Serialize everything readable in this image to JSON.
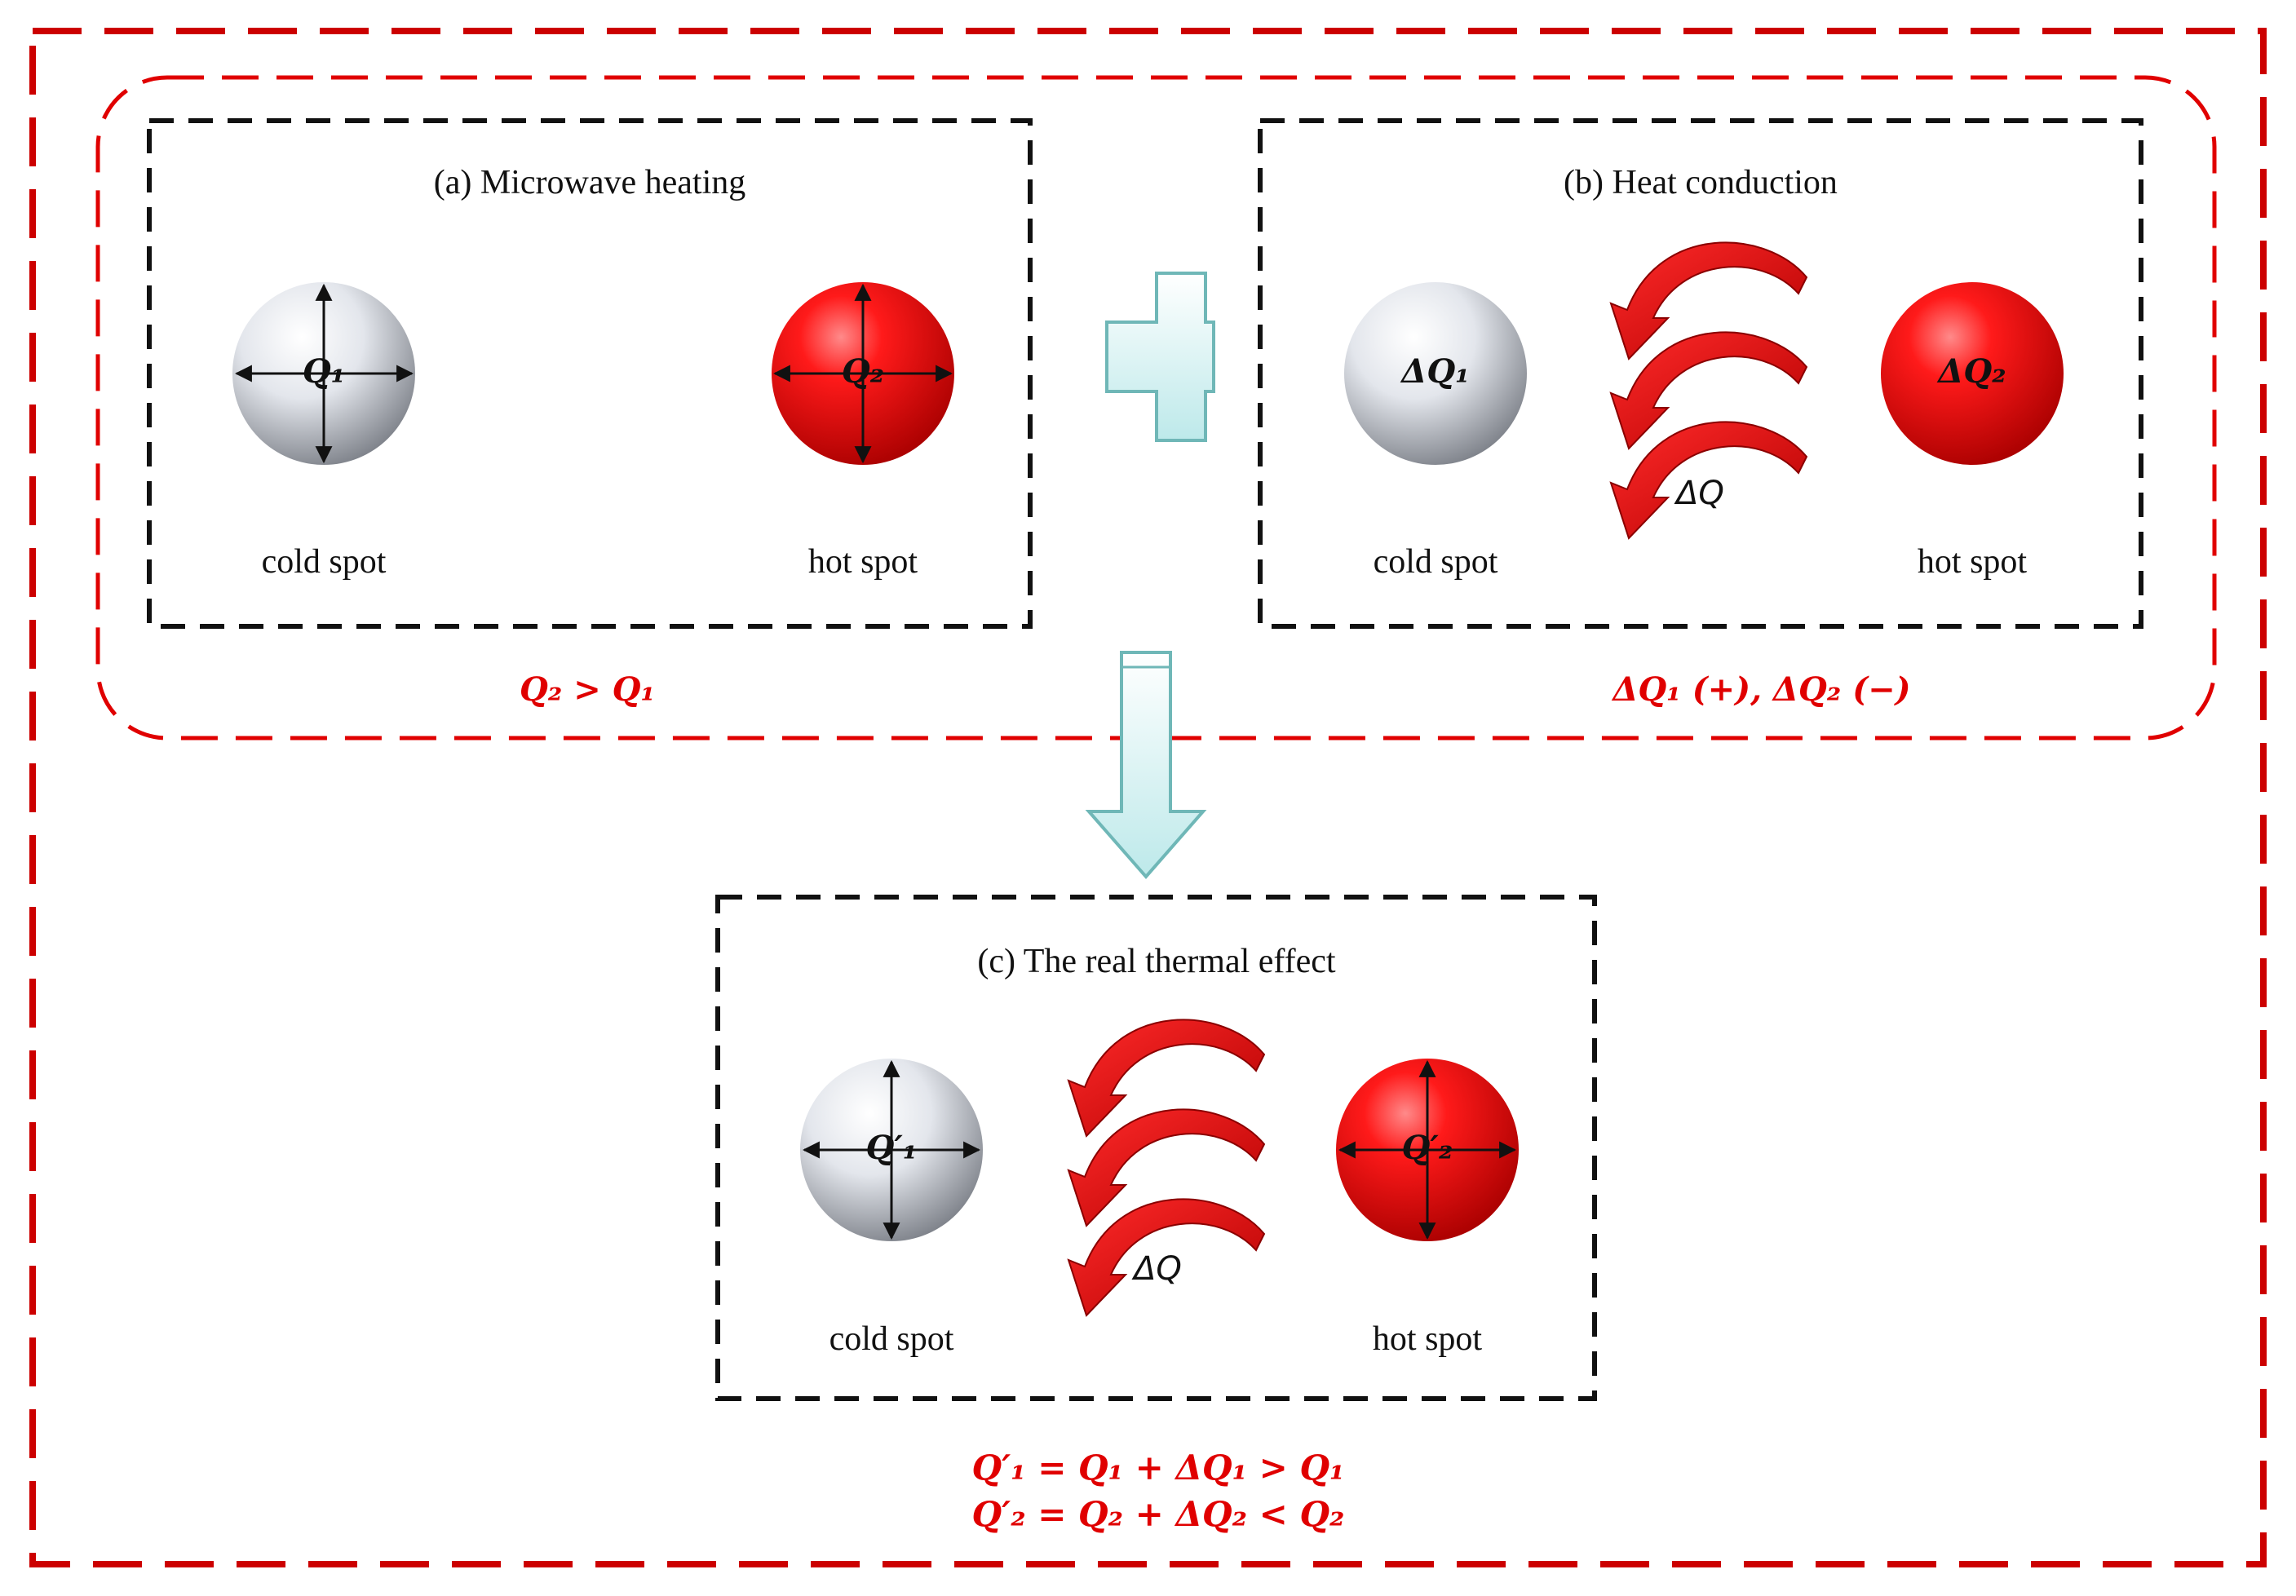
{
  "panels": {
    "a": {
      "title": "(a) Microwave heating",
      "cold_label": "cold spot",
      "hot_label": "hot spot",
      "cold_sphere": "Q₁",
      "hot_sphere": "Q₂"
    },
    "b": {
      "title": "(b) Heat conduction",
      "cold_label": "cold spot",
      "hot_label": "hot spot",
      "cold_sphere": "ΔQ₁",
      "hot_sphere": "ΔQ₂",
      "flow_label": "ΔQ"
    },
    "c": {
      "title": "(c) The real thermal effect",
      "cold_label": "cold spot",
      "hot_label": "hot spot",
      "cold_sphere": "Q′₁",
      "hot_sphere": "Q′₂",
      "flow_label": "ΔQ"
    }
  },
  "equations": {
    "left": "Q₂ > Q₁",
    "right": "ΔQ₁  (+), ΔQ₂ (−)",
    "bottom_1": "Q′₁ = Q₁ + ΔQ₁ > Q₁",
    "bottom_2": "Q′₂ = Q₂ + ΔQ₂ < Q₂"
  },
  "colors": {
    "accent_red": "#e00000",
    "sphere_hot": "#ff0000",
    "sphere_cold": "#c9ccd3",
    "symbol_fill": "#d6f5f5",
    "symbol_stroke": "#6fb7b7"
  }
}
